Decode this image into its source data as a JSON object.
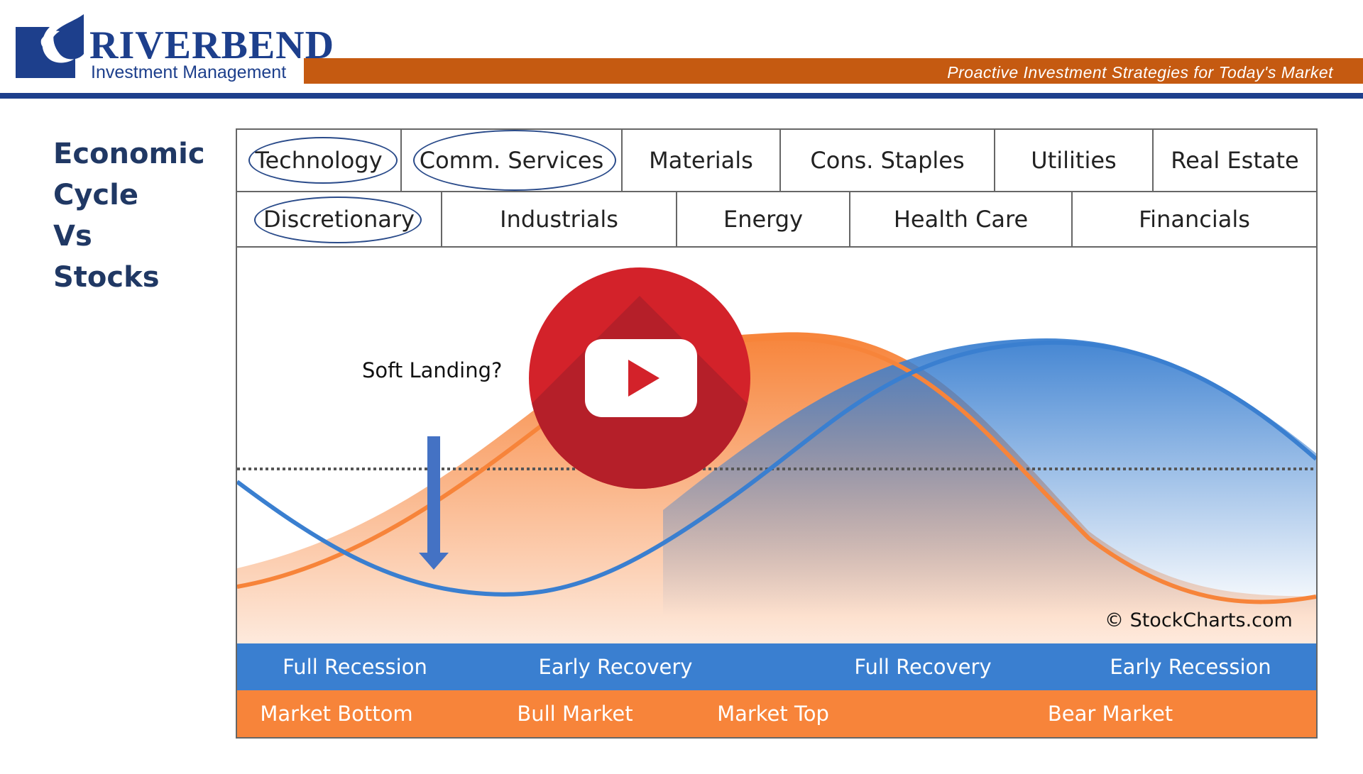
{
  "header": {
    "brand_name": "RIVERBEND",
    "brand_sub": "Investment Management",
    "tagline": "Proactive Investment Strategies for Today's Market"
  },
  "side_title": [
    "Economic",
    "Cycle",
    "Vs",
    "Stocks"
  ],
  "sectors": {
    "row1": [
      {
        "label": "Technology",
        "circled": true
      },
      {
        "label": "Comm. Services",
        "circled": true
      },
      {
        "label": "Materials",
        "circled": false
      },
      {
        "label": "Cons. Staples",
        "circled": false
      },
      {
        "label": "Utilities",
        "circled": false
      },
      {
        "label": "Real Estate",
        "circled": false
      }
    ],
    "row2": [
      {
        "label": "Discretionary",
        "circled": true
      },
      {
        "label": "Industrials",
        "circled": false
      },
      {
        "label": "Energy",
        "circled": false
      },
      {
        "label": "Health Care",
        "circled": false
      },
      {
        "label": "Financials",
        "circled": false
      }
    ]
  },
  "annotation": {
    "soft_landing": "Soft Landing?"
  },
  "credit": "© StockCharts.com",
  "economy_phases": [
    "Full Recession",
    "Early Recovery",
    "Full Recovery",
    "Early Recession"
  ],
  "market_phases": [
    "Market Bottom",
    "Bull Market",
    "Market Top",
    "Bear Market"
  ],
  "colors": {
    "brand_blue": "#1d3f8c",
    "brand_orange": "#c55a11",
    "market_curve": "#f7843a",
    "economy_curve": "#3a7fd0",
    "play_red": "#d3222a"
  },
  "icons": {
    "logo": "riverbend-wave-logo",
    "play": "youtube-play-icon"
  }
}
